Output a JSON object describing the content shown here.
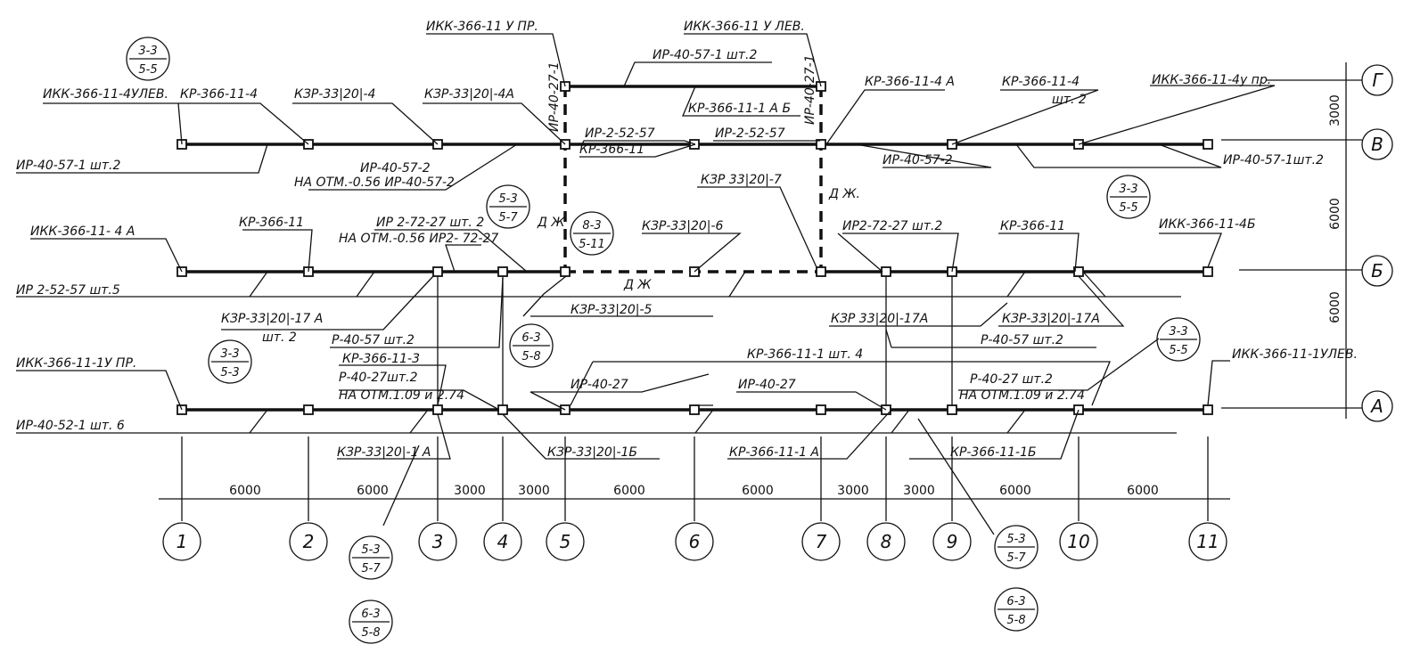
{
  "axes_cols": [
    "1",
    "2",
    "3",
    "4",
    "5",
    "6",
    "7",
    "8",
    "9",
    "10",
    "11"
  ],
  "axes_rows": [
    "Г",
    "В",
    "Б",
    "А"
  ],
  "dims_h": [
    "6000",
    "6000",
    "3000",
    "3000",
    "6000",
    "6000",
    "3000",
    "3000",
    "6000",
    "6000"
  ],
  "dims_v": [
    "3000",
    "6000",
    "6000"
  ],
  "labels": [
    "ИКК-366-11 У ПР.",
    "ИКК-366-11 У ЛЕВ.",
    "ИР-40-57-1 шт.2",
    "КР-366-11-1 А Б",
    "ИКК-366-11-4УЛЕВ.",
    "КР-366-11-4",
    "КЗР-33|20|-4",
    "КЗР-33|20|-4А",
    "КР-366-11-4 А",
    "КР-366-11-4",
    "шт. 2",
    "ИКК-366-11-4у пр.",
    "ИР-2-52-57",
    "ИР-2-52-57",
    "ИР-40-57-1 шт.2",
    "КР-366-11",
    "ИР-40-57-2",
    "ИР-40-57-1шт.2",
    "ИР-40-57-2",
    "НА ОТМ.-0.56 ИР-40-57-2",
    "КЗР 33|20|-7",
    "Д Ж.",
    "ИКК-366-11- 4 А",
    "КР-366-11",
    "ИР 2-72-27 шт. 2",
    "НА ОТМ.-0.56 ИР2- 72-27",
    "Д Ж",
    "КЗР-33|20|-6",
    "ИР2-72-27 шт.2",
    "КР-366-11",
    "ИКК-366-11-4Б",
    "ИР 2-52-57   шт.5",
    "Д Ж",
    "КЗР-33|20|-17 А",
    "шт. 2",
    "КЗР-33|20|-5",
    "КЗР  33|20|-17А",
    "КЗР-33|20|-17А",
    "Р-40-57 шт.2",
    "Р-40-57 шт.2",
    "ИКК-366-11-1У ПР.",
    "КР-366-11-3",
    "Р-40-27шт.2",
    "НА ОТМ.1.09 и 2.74",
    "КР-366-11-1 шт. 4",
    "ИР-40-27",
    "ИР-40-27",
    "Р-40-27  шт.2",
    "НА ОТМ.1.09 и 2.74",
    "ИКК-366-11-1УЛЕВ.",
    "ИР-40-52-1   шт. 6",
    "КЗР-33|20|-1 А",
    "КЗР-33|20|-1Б",
    "КР-366-11-1 А",
    "КР-366-11-1Б",
    "ИР-40-27-1",
    "ИР-40-27-1"
  ],
  "callouts": [
    {
      "top": "3-3",
      "bottom": "5-5"
    },
    {
      "top": "5-3",
      "bottom": "5-7"
    },
    {
      "top": "8-3",
      "bottom": "5-11"
    },
    {
      "top": "3-3",
      "bottom": "5-5"
    },
    {
      "top": "3-3",
      "bottom": "5-3"
    },
    {
      "top": "6-3",
      "bottom": "5-8"
    },
    {
      "top": "3-3",
      "bottom": "5-5"
    },
    {
      "top": "5-3",
      "bottom": "5-7"
    },
    {
      "top": "6-3",
      "bottom": "5-8"
    },
    {
      "top": "5-3",
      "bottom": "5-7"
    },
    {
      "top": "6-3",
      "bottom": "5-8"
    }
  ]
}
